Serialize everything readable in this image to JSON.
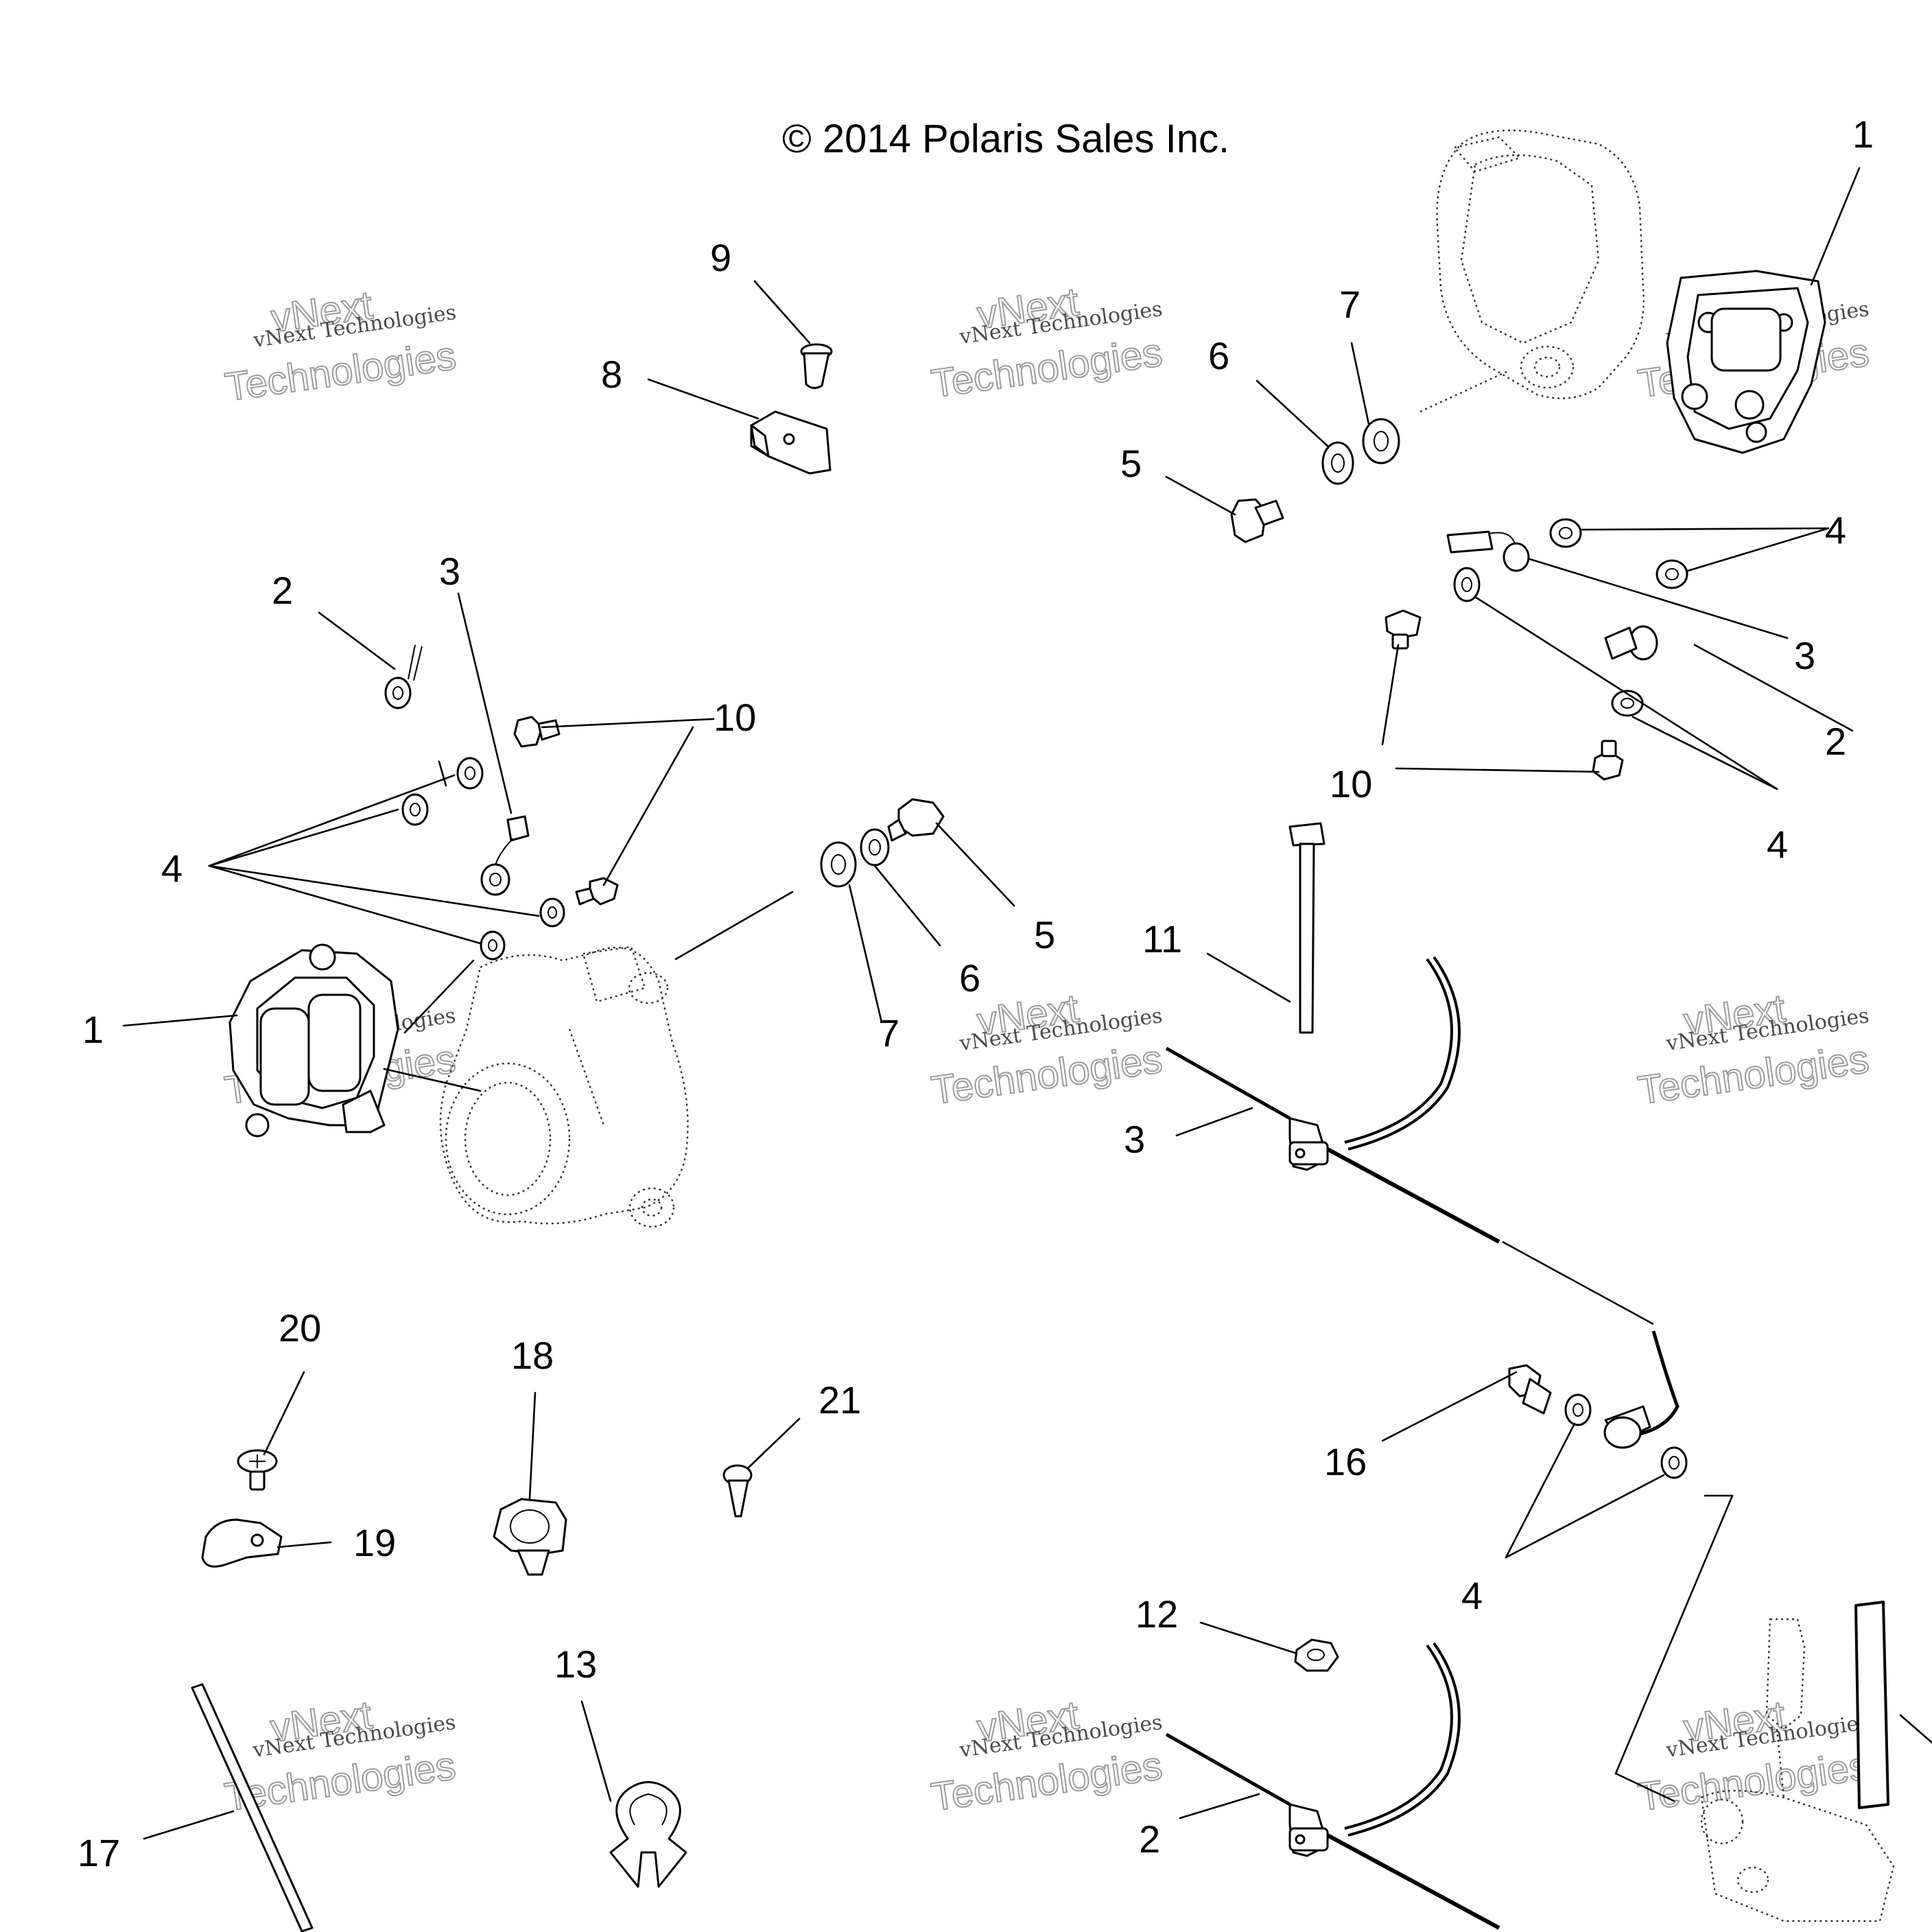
{
  "copyright": "© 2014 Polaris Sales Inc.",
  "watermark": {
    "line1": "vNext Technologies",
    "line2": "vNext",
    "line3": "Technologies"
  },
  "callouts": {
    "c1_top": "1",
    "c1_left": "1",
    "c2_left": "2",
    "c2_right": "2",
    "c2_bottom": "2",
    "c3_left": "3",
    "c3_right": "3",
    "c3_mid": "3",
    "c4_left": "4",
    "c4_right_top": "4",
    "c4_right_mid": "4",
    "c4_bottom": "4",
    "c5_top": "5",
    "c5_mid": "5",
    "c6_top": "6",
    "c6_mid": "6",
    "c7_top": "7",
    "c7_mid": "7",
    "c8": "8",
    "c9": "9",
    "c10_left": "10",
    "c10_right": "10",
    "c11": "11",
    "c12": "12",
    "c13": "13",
    "c16": "16",
    "c17": "17",
    "c18": "18",
    "c19": "19",
    "c20": "20",
    "c21": "21"
  }
}
